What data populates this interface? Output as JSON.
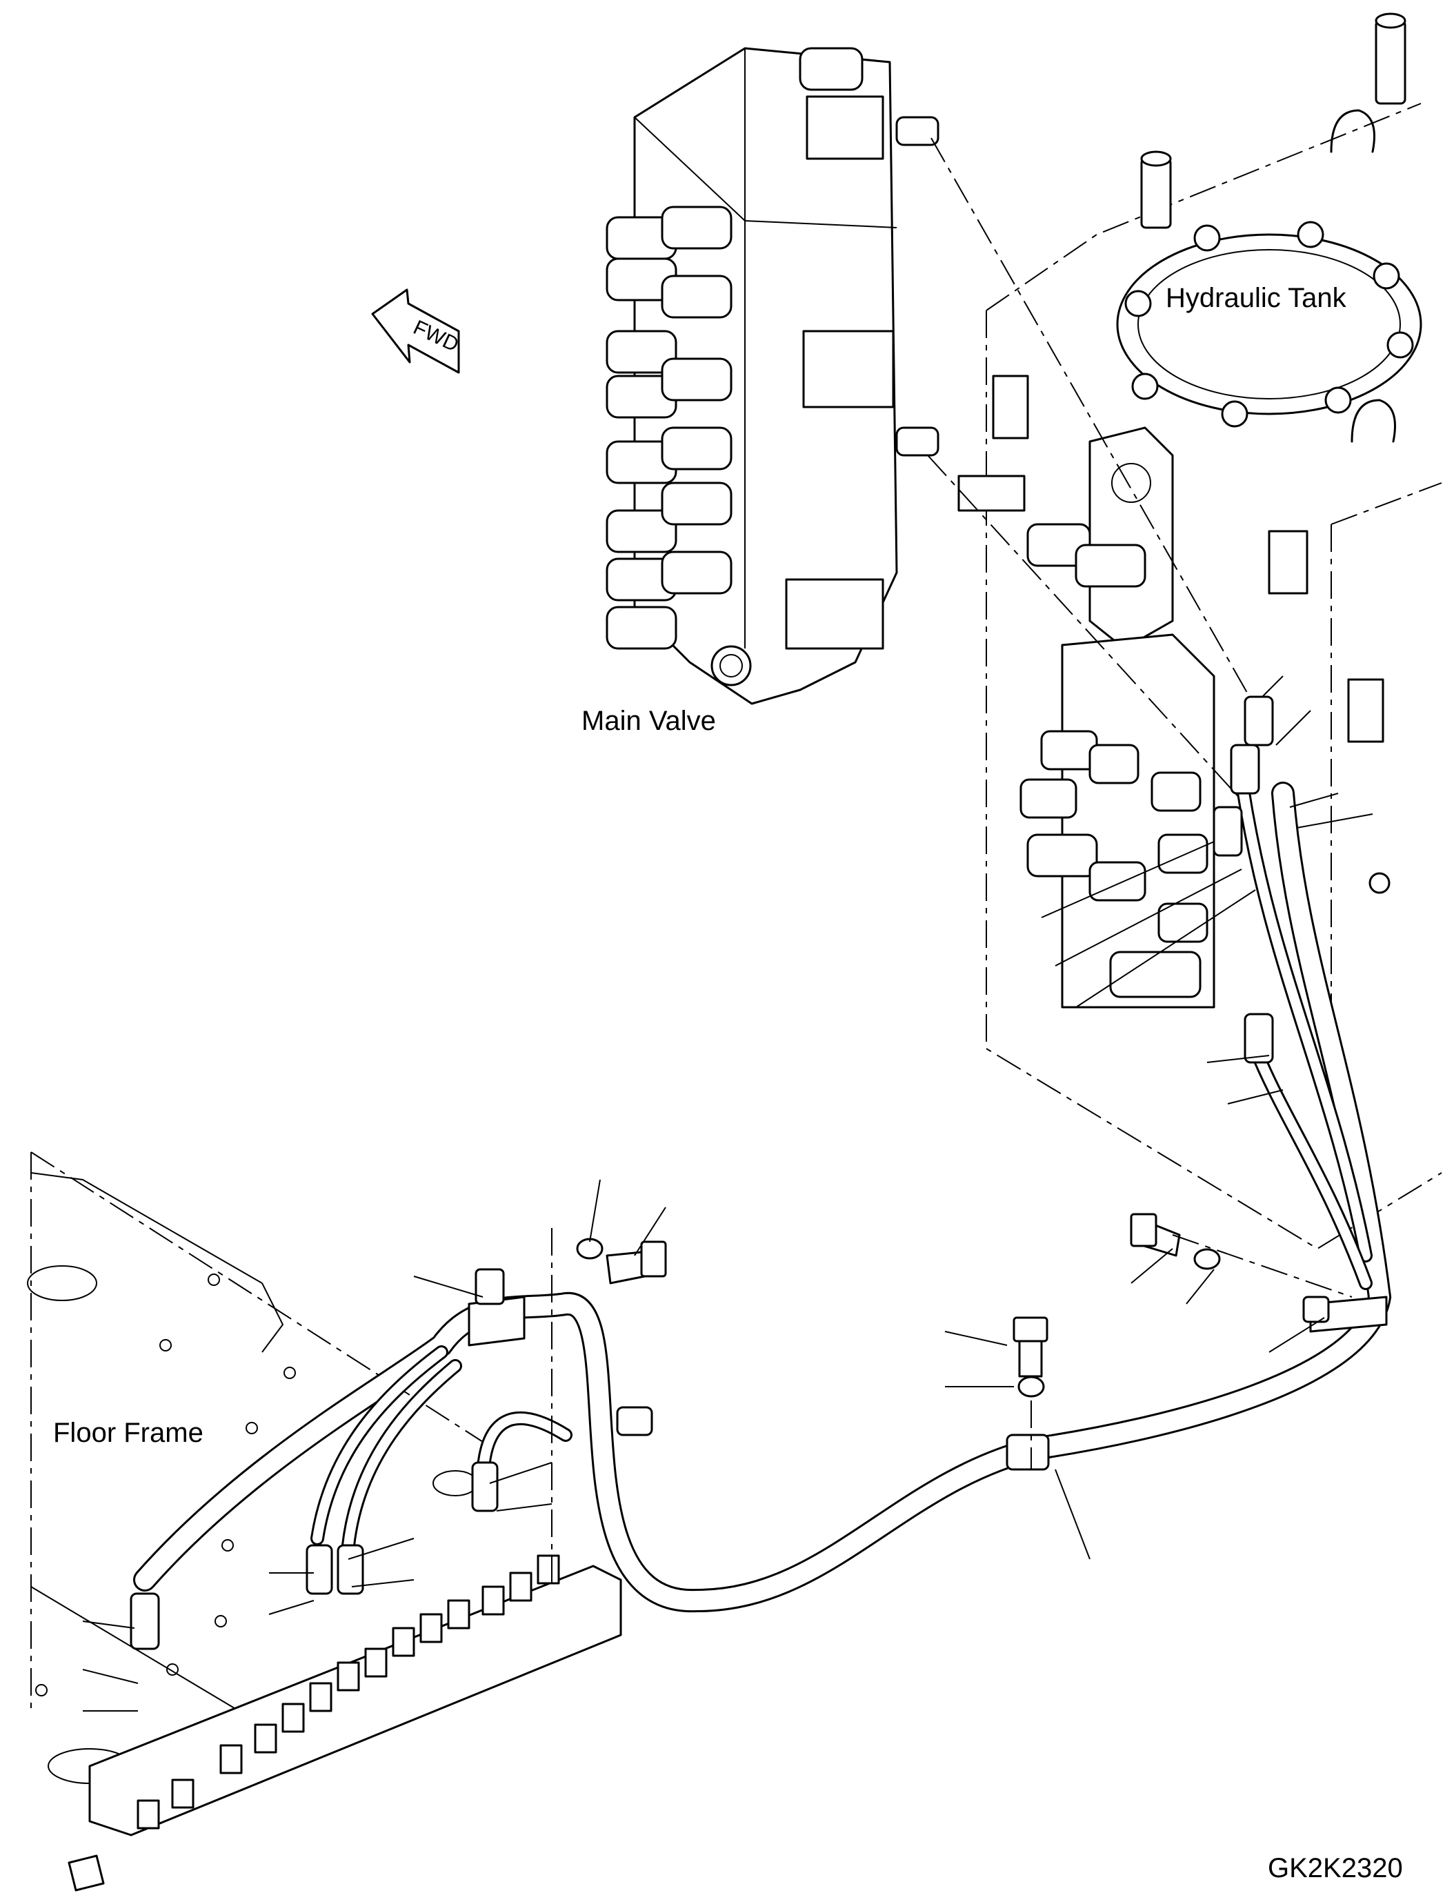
{
  "labels": {
    "hydraulic_tank": "Hydraulic Tank",
    "main_valve": "Main Valve",
    "floor_frame": "Floor Frame",
    "fwd_arrow": "FWD",
    "drawing_code": "GK2K2320"
  }
}
